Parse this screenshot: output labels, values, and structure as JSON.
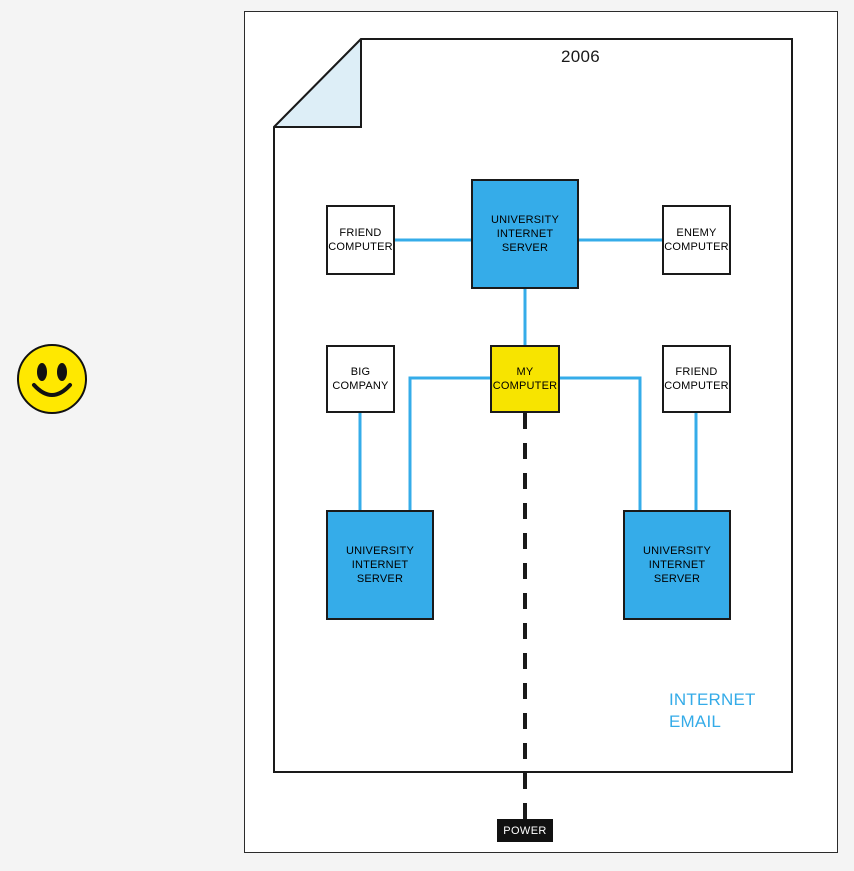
{
  "figure": {
    "year": "2006",
    "caption_line1": "INTERNET",
    "caption_line2": "EMAIL",
    "power_label": "POWER",
    "colors": {
      "server_blue": "#35ace9",
      "link_blue": "#35ace9",
      "my_computer_yellow": "#f7e400",
      "fold_fill": "#ddeef7",
      "outline": "#1a1a1a",
      "page_background": "#f4f4f4",
      "sheet": "#ffffff",
      "power_chip": "#111111",
      "smiley_yellow": "#ffe800"
    }
  },
  "nodes": [
    {
      "id": "friend-computer-top-left",
      "label": "FRIEND\nCOMPUTER",
      "style": "white"
    },
    {
      "id": "university-server-top",
      "label": "UNIVERSITY\nINTERNET\nSERVER",
      "style": "blue"
    },
    {
      "id": "enemy-computer",
      "label": "ENEMY\nCOMPUTER",
      "style": "white"
    },
    {
      "id": "big-company",
      "label": "BIG\nCOMPANY",
      "style": "white"
    },
    {
      "id": "my-computer",
      "label": "MY\nCOMPUTER",
      "style": "yellow"
    },
    {
      "id": "friend-computer-mid-right",
      "label": "FRIEND\nCOMPUTER",
      "style": "white"
    },
    {
      "id": "university-server-bottom-left",
      "label": "UNIVERSITY\nINTERNET\nSERVER",
      "style": "blue"
    },
    {
      "id": "university-server-bottom-right",
      "label": "UNIVERSITY\nINTERNET\nSERVER",
      "style": "blue"
    }
  ],
  "links": [
    {
      "from": "friend-computer-top-left",
      "to": "university-server-top",
      "kind": "network"
    },
    {
      "from": "university-server-top",
      "to": "enemy-computer",
      "kind": "network"
    },
    {
      "from": "university-server-top",
      "to": "my-computer",
      "kind": "network"
    },
    {
      "from": "my-computer",
      "to": "university-server-bottom-left",
      "kind": "network"
    },
    {
      "from": "my-computer",
      "to": "university-server-bottom-right",
      "kind": "network"
    },
    {
      "from": "big-company",
      "to": "university-server-bottom-left",
      "kind": "network"
    },
    {
      "from": "friend-computer-mid-right",
      "to": "university-server-bottom-right",
      "kind": "network"
    },
    {
      "from": "my-computer",
      "to": "power",
      "kind": "power-dashed"
    }
  ]
}
